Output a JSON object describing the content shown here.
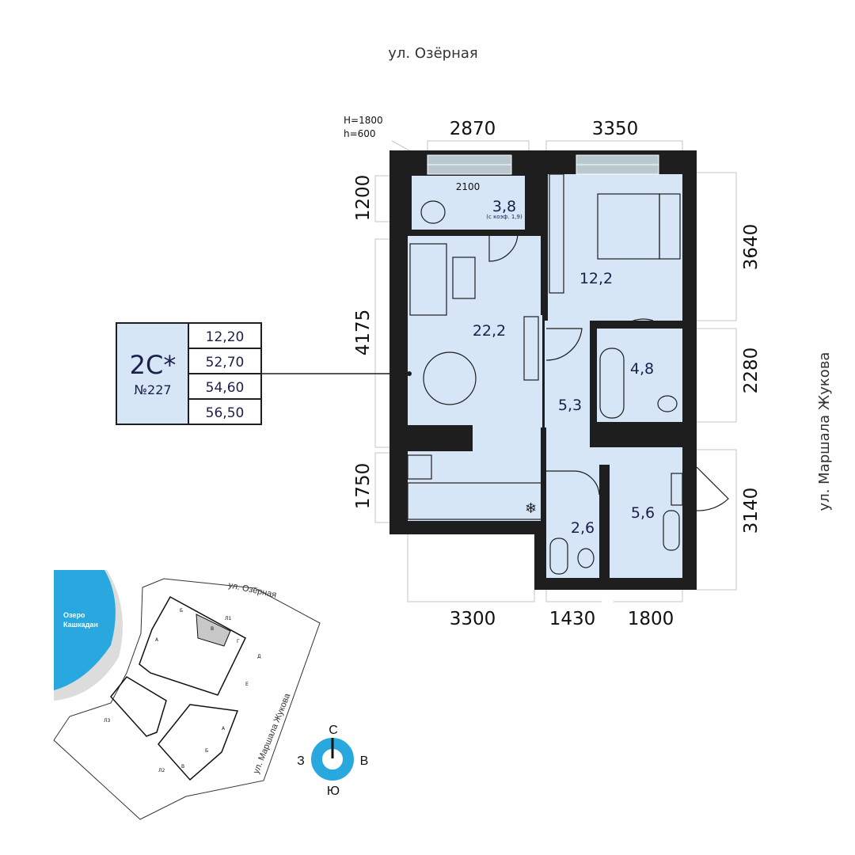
{
  "streets": {
    "top": "ул. Озёрная",
    "right": "ул. Маршала Жукова"
  },
  "window_note": {
    "H": "H=1800",
    "h": "h=600",
    "width": "2100"
  },
  "dimensions": {
    "top_left": "2870",
    "top_right": "3350",
    "left_1": "1200",
    "left_2": "4175",
    "left_3": "1750",
    "right_1": "3640",
    "right_2": "2280",
    "right_3": "3140",
    "bottom_1": "3300",
    "bottom_2": "1430",
    "bottom_3": "1800"
  },
  "rooms": {
    "balcony": "3,8",
    "balcony_note": "(с коэф. 1,9)",
    "living": "22,2",
    "bedroom": "12,2",
    "bathroom": "4,8",
    "hall": "5,3",
    "wc": "2,6",
    "wardrobe": "5,6"
  },
  "info_box": {
    "type": "2С*",
    "number": "№227",
    "areas": [
      "12,20",
      "52,70",
      "54,60",
      "56,50"
    ]
  },
  "site_plan": {
    "street_top": "ул. Озёрная",
    "street_right": "ул. Маршала Жукова",
    "lake": [
      "Озеро",
      "Кашкадан"
    ],
    "buildings": [
      "Л1",
      "Л2",
      "Л3"
    ],
    "sections_l1": [
      "А",
      "Б",
      "В",
      "Г",
      "Д",
      "Е"
    ],
    "sections_l2": [
      "А",
      "Б",
      "В"
    ],
    "highlighted_section": "В"
  },
  "compass": {
    "n": "С",
    "s": "Ю",
    "w": "З",
    "e": "В"
  },
  "colors": {
    "wall": "#1e1e1e",
    "room": "#d6e6f6",
    "accent": "#29a8e0",
    "text": "#1c1f4a",
    "highlight": "#c8c8c8"
  }
}
